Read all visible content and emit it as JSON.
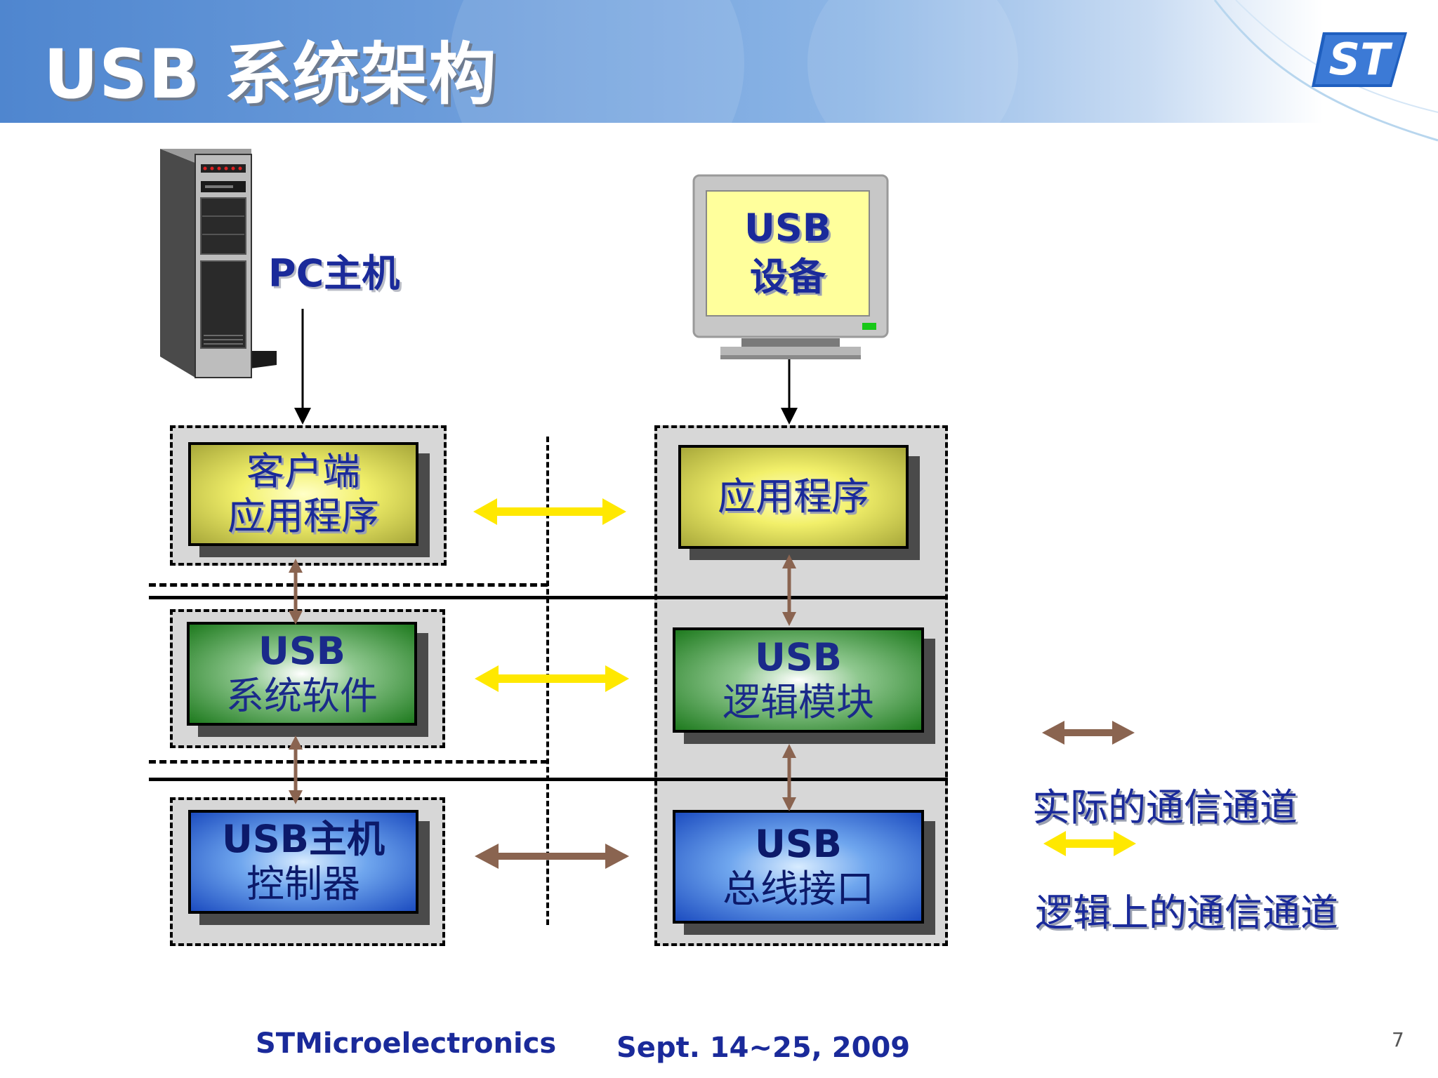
{
  "slide": {
    "title": "USB 系统架构",
    "page_number": "7",
    "logo": "ST"
  },
  "pc_host": {
    "label": "PC主机",
    "icon": "server-tower-icon"
  },
  "usb_device": {
    "line1": "USB",
    "line2": "设备",
    "icon": "monitor-icon"
  },
  "host_stack": {
    "client_app": {
      "line1": "客户端",
      "line2": "应用程序"
    },
    "system_software": {
      "line1": "USB",
      "line2": "系统软件"
    },
    "host_controller": {
      "line1": "USB主机",
      "line2": "控制器"
    }
  },
  "device_stack": {
    "application": {
      "line1": "应用程序"
    },
    "logic_module": {
      "line1": "USB",
      "line2": "逻辑模块"
    },
    "bus_interface": {
      "line1": "USB",
      "line2": "总线接口"
    }
  },
  "legend": {
    "actual": "实际的通信通道",
    "logical": "逻辑上的通信通道"
  },
  "colors": {
    "actual_arrow": "#8a6450",
    "logical_arrow": "#ffe800",
    "text_blue": "#1a2a9a"
  },
  "footer": {
    "company": "STMicroelectronics",
    "date": "Sept. 14~25, 2009"
  }
}
